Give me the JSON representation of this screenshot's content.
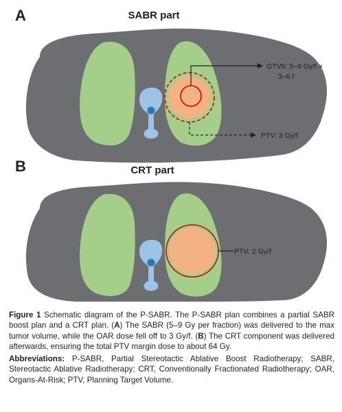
{
  "panels": [
    {
      "letter": "A",
      "title": "SABR part",
      "gtvb_label_line1": "GTVb: 5–9 Gy/f ×",
      "gtvb_label_line2": "3–6 f",
      "ptv_label": "PTV: 3 Gy/f"
    },
    {
      "letter": "B",
      "title": "CRT part",
      "ptv_label": "PTV: 2 Gy/f"
    }
  ],
  "colors": {
    "body": "#6d6e71",
    "lung": "#a6ce8b",
    "spine": "#9dc3e6",
    "spine_core": "#2e75b6",
    "ptv_fill": "#f4b183",
    "contour": "#cc0000",
    "leader": "#231f20"
  },
  "caption": {
    "figure_label": "Figure 1",
    "segments": [
      {
        "text": " Schematic diagram of the P-SABR. The P-SABR plan combines a partial SABR boost plan and a CRT plan. (",
        "bold": false
      },
      {
        "text": "A",
        "bold": true
      },
      {
        "text": ") The SABR (5–9 Gy per fraction) was delivered to the max tumor volume, while the OAR dose fell off to 3 Gy/f. (",
        "bold": false
      },
      {
        "text": "B",
        "bold": true
      },
      {
        "text": ") The CRT component was delivered afterwards, ensuring the total PTV margin dose to about 64 Gy.",
        "bold": false
      }
    ],
    "abbrev_label": "Abbreviations:",
    "abbrev_text": " P-SABR, Partial Stereotactic Ablative Boost Radiotherapy; SABR, Stereotactic Ablative Radiotherapy; CRT, Conventionally Fractionated Radiotherapy; OAR, Organs-At-Risk; PTV, Planning Target Volume."
  }
}
